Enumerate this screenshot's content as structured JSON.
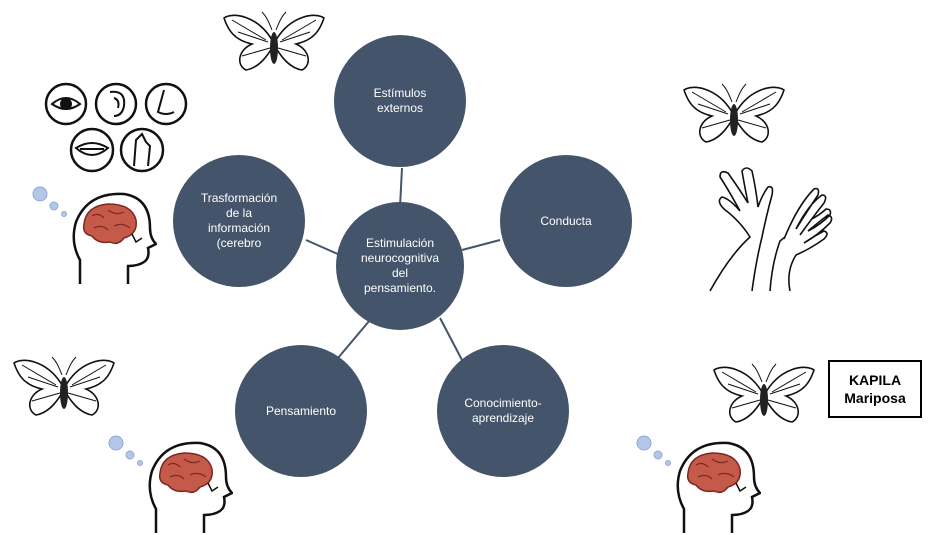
{
  "diagram": {
    "center": {
      "label": "Estimulación\nneurocognitiva\ndel\npensamiento."
    },
    "nodes": [
      {
        "id": "estimulos",
        "label": "Estímulos\nexternos"
      },
      {
        "id": "conducta",
        "label": "Conducta"
      },
      {
        "id": "conocimiento",
        "label": "Conocimiento-\naprendizaje"
      },
      {
        "id": "pensamiento",
        "label": "Pensamiento"
      },
      {
        "id": "transformacion",
        "label": "Trasformación\nde la\ninformación\n(cerebro"
      }
    ]
  },
  "side_label": {
    "line1": "KAPILA",
    "line2": "Mariposa"
  },
  "colors": {
    "node_fill": "#44546a",
    "connector": "#44546a",
    "text": "#ffffff"
  },
  "icons": [
    "butterfly-icon",
    "senses-icon",
    "head-brain-icon",
    "hands-butterfly-icon"
  ]
}
